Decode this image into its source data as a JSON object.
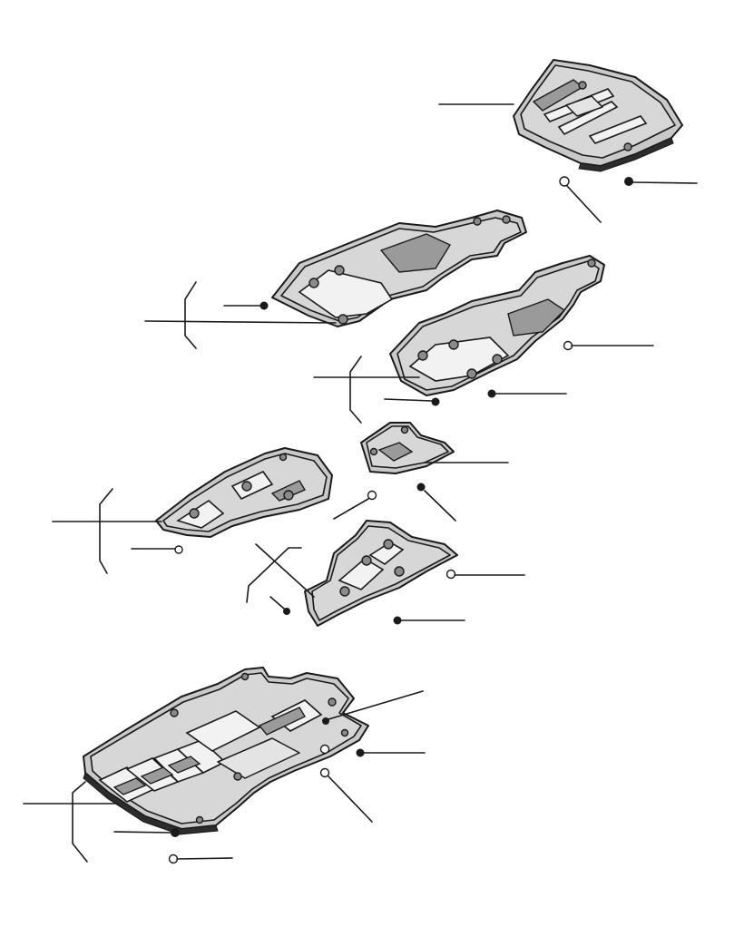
{
  "diagram": {
    "assemblies": [
      {
        "id": "engine-undershield",
        "fasteners": [
          "washer",
          "nut"
        ]
      },
      {
        "id": "left-side-panel",
        "fasteners": [
          "nut"
        ]
      },
      {
        "id": "right-side-panel",
        "fasteners": [
          "washer",
          "nut",
          "nut"
        ]
      },
      {
        "id": "center-bracket",
        "fasteners": [
          "washer",
          "nut"
        ]
      },
      {
        "id": "left-rear-panel",
        "fasteners": [
          "washer"
        ]
      },
      {
        "id": "right-rear-panel",
        "fasteners": [
          "nut",
          "washer",
          "nut"
        ]
      },
      {
        "id": "main-underbody-panel",
        "fasteners": [
          "nut",
          "washer",
          "nut",
          "washer"
        ]
      }
    ],
    "colors": {
      "line": "#1a1a1a",
      "panel": "#c9c9c9",
      "highlight": "#f2f2f2",
      "background": "#ffffff"
    }
  }
}
